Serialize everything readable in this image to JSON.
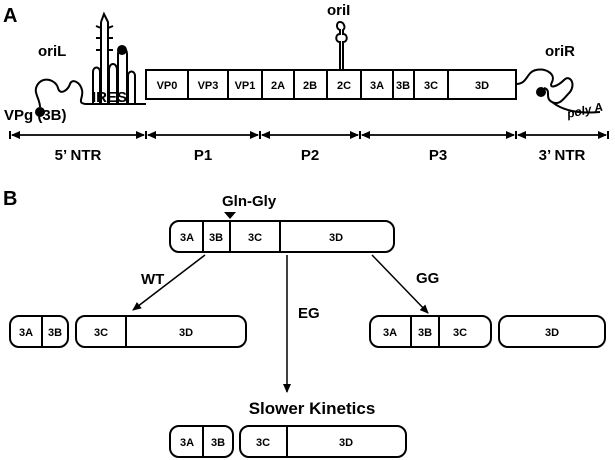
{
  "panel_a": {
    "panel_label": "A",
    "ori_l": "oriL",
    "ires": "IRES",
    "vpg": "VPg (3B)",
    "ori_i": "oriI",
    "ori_r": "oriR",
    "poly_a": "poly A",
    "segments": [
      "VP0",
      "VP3",
      "VP1",
      "2A",
      "2B",
      "2C",
      "3A",
      "3B",
      "3C",
      "3D"
    ],
    "regions": [
      "5’ NTR",
      "P1",
      "P2",
      "P3",
      "3’ NTR"
    ]
  },
  "panel_b": {
    "panel_label": "B",
    "cleavage_site": "Gln-Gly",
    "precursor": [
      "3A",
      "3B",
      "3C",
      "3D"
    ],
    "wt_label": "WT",
    "eg_label": "EG",
    "gg_label": "GG",
    "wt_products": {
      "left": [
        "3A",
        "3B"
      ],
      "right": [
        "3C",
        "3D"
      ]
    },
    "gg_products": {
      "left": [
        "3A",
        "3B",
        "3C"
      ],
      "right": [
        "3D"
      ]
    },
    "slower_label": "Slower Kinetics",
    "eg_products": {
      "left": [
        "3A",
        "3B"
      ],
      "right": [
        "3C",
        "3D"
      ]
    }
  }
}
